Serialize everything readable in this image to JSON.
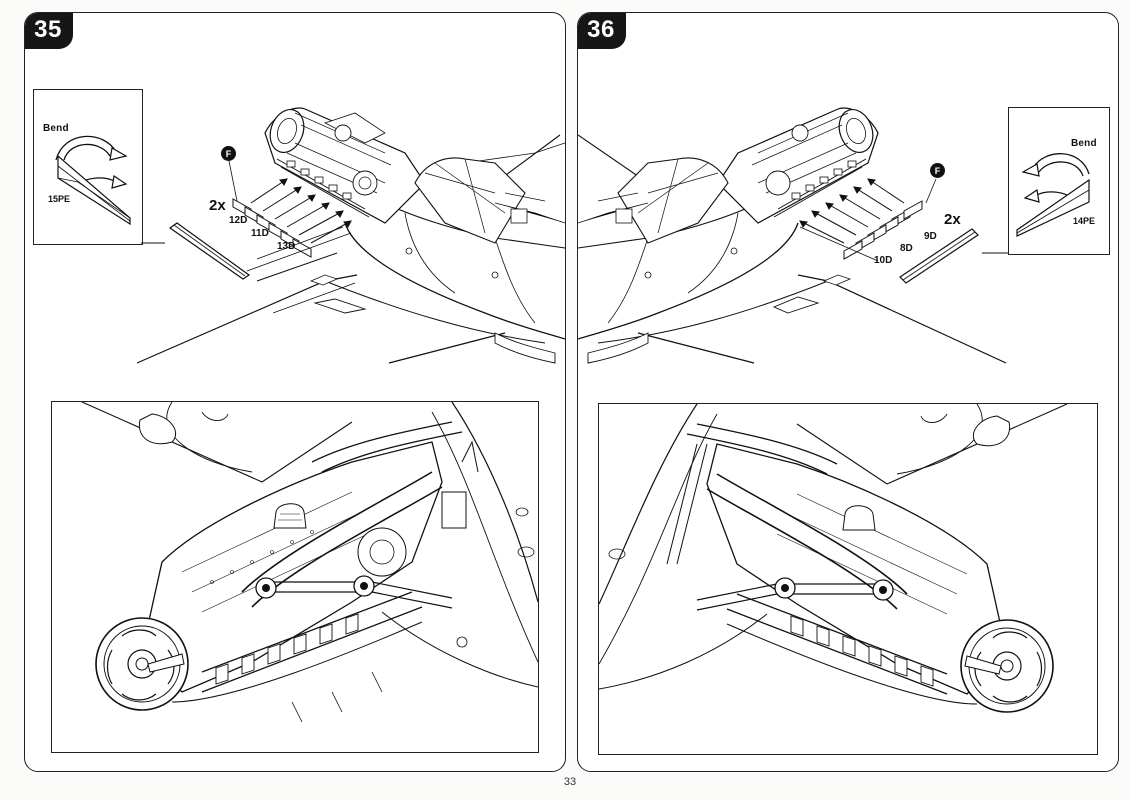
{
  "steps": [
    {
      "number": "35",
      "inset": {
        "bend_label": "Bend",
        "part": "15PE"
      },
      "quantity": "2x",
      "callout": "F",
      "parts": [
        "12D",
        "11D",
        "13D"
      ]
    },
    {
      "number": "36",
      "inset": {
        "bend_label": "Bend",
        "part": "14PE"
      },
      "quantity": "2x",
      "callout": "F",
      "parts": [
        "9D",
        "8D",
        "10D"
      ]
    }
  ],
  "page_number": "33",
  "icons": {
    "bend_arrow": "curved-bend-arrow-icon",
    "tweezers": "tweezers-icon",
    "callout": "callout-f-icon"
  }
}
